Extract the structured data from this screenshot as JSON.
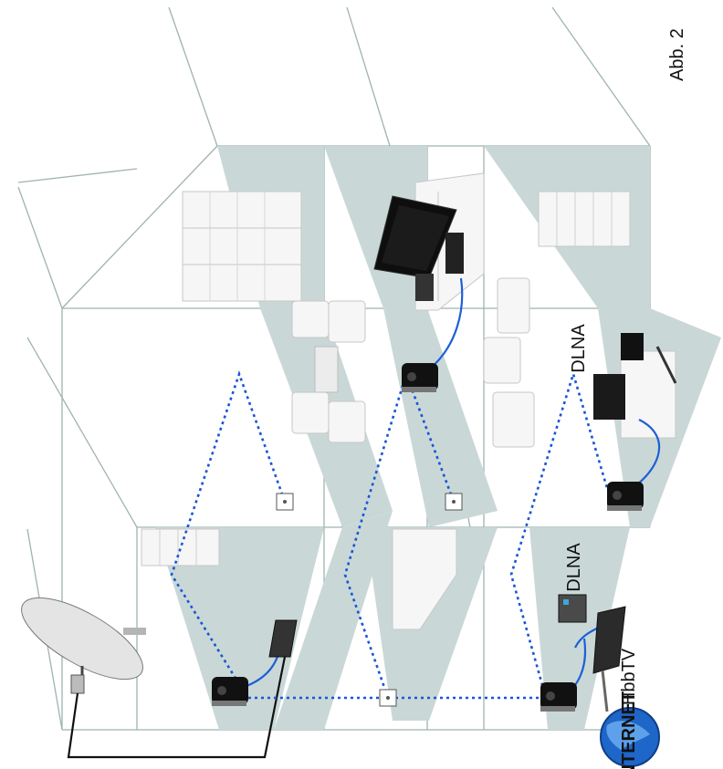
{
  "figure_label": "Abb. 2",
  "labels": {
    "dlna_top": "DLNA",
    "dlna_bottom": "DLNA",
    "hbbtv": "HbbTV",
    "internet": "INTERNET"
  },
  "colors": {
    "floor": "#c9d8d6",
    "walls": "#9fb3b1",
    "network_cable": "#1e5fd6",
    "powerline": "#1a55d8",
    "adapter": "#111111"
  }
}
